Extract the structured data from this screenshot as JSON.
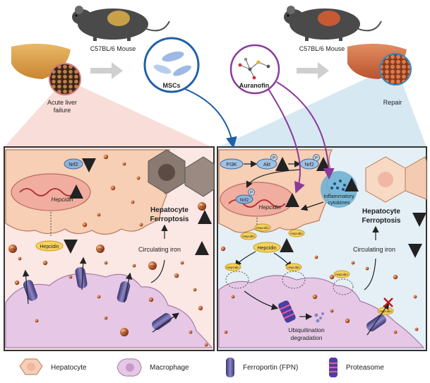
{
  "top": {
    "mouse_left": "C57BL/6 Mouse",
    "mouse_right": "C57BL/6 Mouse",
    "liver_left_label": [
      "Acute liver",
      "failure"
    ],
    "liver_right_label": "Repair",
    "msc_label": "MSCs",
    "auranofin_label": "Auranofin"
  },
  "left_panel": {
    "nrf2": "Nrf2",
    "hepcidin_gene": "Hepcidin",
    "hepcidin_protein": "Hepcidin",
    "ferroptosis": [
      "Hepatocyte",
      "Ferroptosis"
    ],
    "circulating_iron": "Circulating iron",
    "fe": "Fe"
  },
  "right_panel": {
    "pi3k": "PI3K",
    "akt": "Akt",
    "nrf2": "Nrf2",
    "nrf2_nucleus": "Nrf2",
    "phospho": "P",
    "hepcidin_gene": "Hepcidin",
    "hepcidin_protein": "Hepcidin",
    "hepcidin_small": "Hepcidin",
    "cytokines": [
      "Inflammatory",
      "cytokines"
    ],
    "ferroptosis": [
      "Hepatocyte",
      "Ferroptosis"
    ],
    "circulating_iron": "Circulating iron",
    "ubiquitination": [
      "Ubiquitination",
      "degradation"
    ]
  },
  "legend": {
    "hepatocyte": "Hepatocyte",
    "macrophage": "Macrophage",
    "ferroportin": "Ferroportin (FPN)",
    "proteasome": "Proteasome"
  },
  "colors": {
    "up_arrow": "#c0151b",
    "down_arrow": "#2a8a5a",
    "msc_blue": "#1f5fa8",
    "auranofin_purple": "#8b3a9a",
    "left_bg": "#fbe7e4",
    "right_bg": "#e4eff6",
    "hepatocyte": "#f3c9a8",
    "macrophage": "#e6c8e6",
    "hepcidin": "#f7d25c",
    "iron": "#b5502b"
  }
}
